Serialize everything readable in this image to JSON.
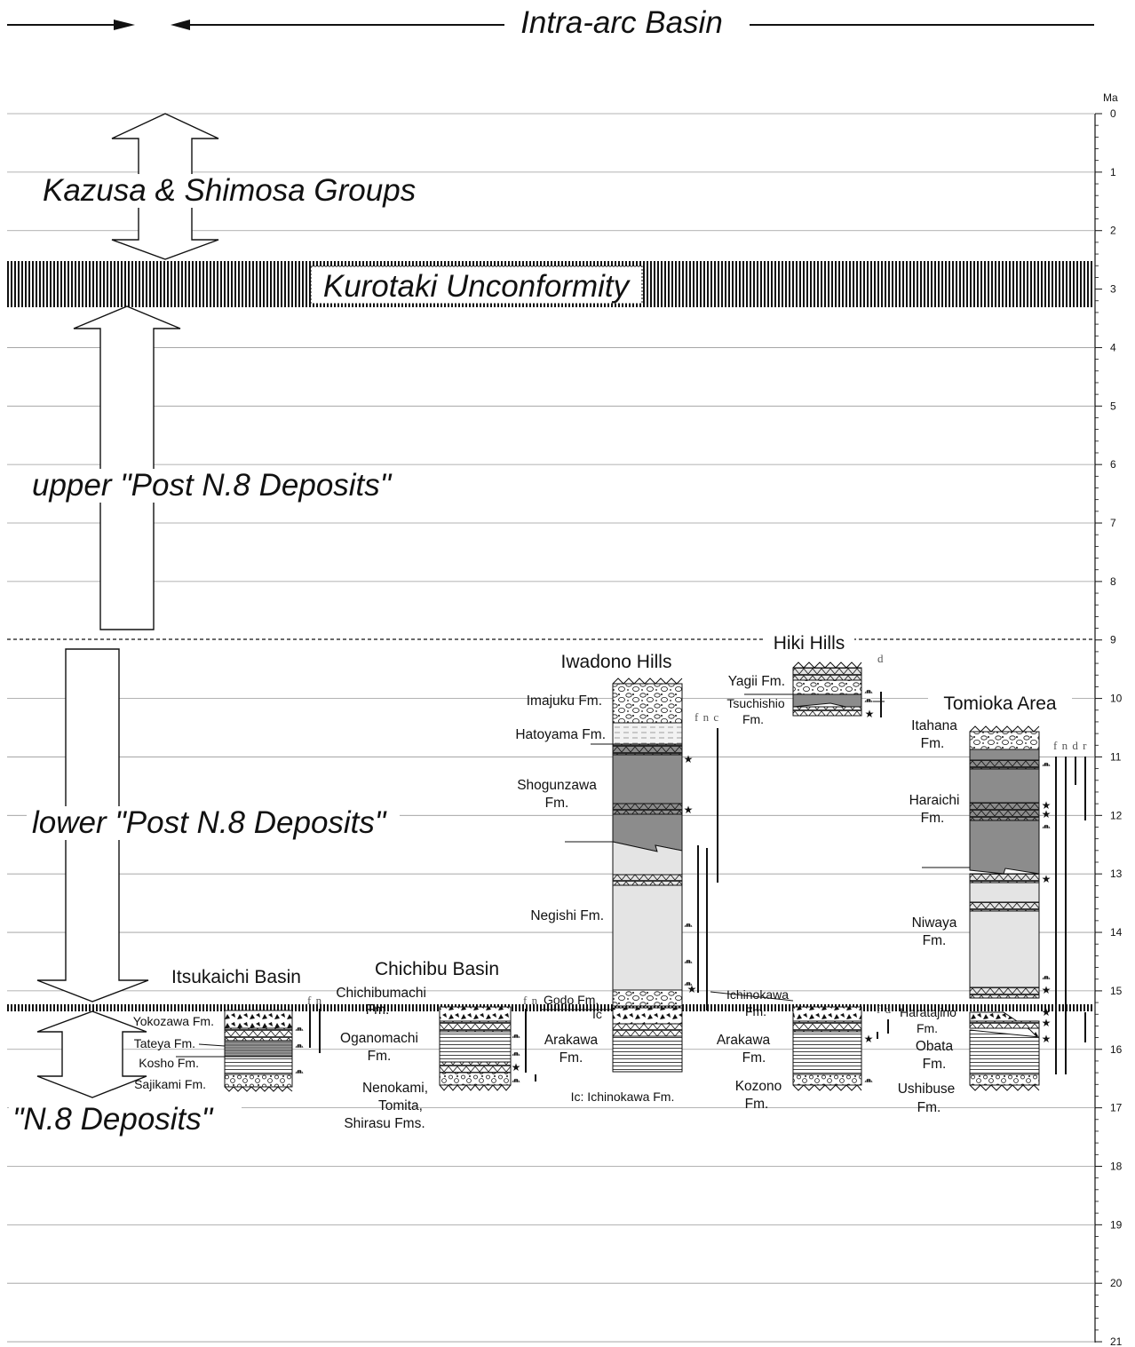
{
  "top_banner": {
    "title": "Intra-arc Basin"
  },
  "axis": {
    "unit": "Ma",
    "ticks": [
      "0",
      "1",
      "2",
      "3",
      "4",
      "5",
      "6",
      "7",
      "8",
      "9",
      "10",
      "11",
      "12",
      "13",
      "14",
      "15",
      "16",
      "17",
      "18",
      "19",
      "20",
      "21"
    ]
  },
  "units": {
    "kazusa": "Kazusa & Shimosa Groups",
    "kurotaki": "Kurotaki Unconformity",
    "upper_post": "upper \"Post N.8 Deposits\"",
    "lower_post": "lower \"Post N.8 Deposits\"",
    "n8": "\"N.8 Deposits\""
  },
  "areas": {
    "itsukaichi": {
      "title": "Itsukaichi Basin",
      "formations": [
        "Yokozawa Fm.",
        "Tateya Fm.",
        "Kosho Fm.",
        "Sajikami Fm."
      ],
      "range_letters": "f n"
    },
    "chichibu": {
      "title": "Chichibu Basin",
      "left_formations": [
        "Chichibumachi",
        "Fm.",
        "Oganomachi",
        "Fm.",
        "Nenokami,",
        "Tomita,",
        "Shirasu Fms."
      ],
      "right_formations": [
        "Godo Fm.",
        "Ic",
        "Arakawa",
        "Fm."
      ],
      "note": "Ic: Ichinokawa Fm.",
      "range_letters": "f n"
    },
    "iwadono": {
      "title": "Iwadono Hills",
      "formations": [
        "Imajuku Fm.",
        "Hatoyama Fm.",
        "Shogunzawa",
        "Fm.",
        "Negishi Fm."
      ],
      "range_letters": "f n c"
    },
    "hiki": {
      "title": "Hiki Hills",
      "formations": [
        "Yagii Fm.",
        "Tsuchishio",
        "Fm.",
        "Ichinokawa",
        "Fm.",
        "Arakawa",
        "Fm.",
        "Kozono",
        "Fm."
      ],
      "range_letters_top": "d",
      "range_letters_bottom": "f d"
    },
    "tomioka": {
      "title": "Tomioka Area",
      "formations": [
        "Itahana",
        "Fm.",
        "Haraichi",
        "Fm.",
        "Niwaya",
        "Fm.",
        "Haratajino",
        "Fm.",
        "Obata",
        "Fm.",
        "Ushibuse",
        "Fm."
      ],
      "range_letters": "f n d r"
    }
  },
  "colors": {
    "ink": "#111111",
    "dark_fill": "#8c8c8c",
    "light_fill": "#e4e4e4",
    "grid": "#9a9a9a"
  }
}
